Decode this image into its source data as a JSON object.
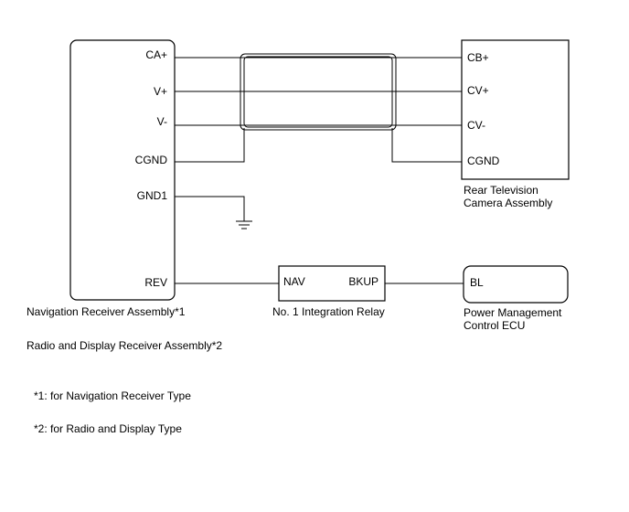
{
  "nav_receiver": {
    "pins": {
      "ca_plus": "CA+",
      "v_plus": "V+",
      "v_minus": "V-",
      "cgnd": "CGND",
      "gnd1": "GND1",
      "rev": "REV"
    },
    "label_line1": "Navigation Receiver Assembly*1",
    "label_line2": "Radio and Display Receiver Assembly*2"
  },
  "camera": {
    "pins": {
      "cb_plus": "CB+",
      "cv_plus": "CV+",
      "cv_minus": "CV-",
      "cgnd": "CGND"
    },
    "label_line1": "Rear Television",
    "label_line2": "Camera Assembly"
  },
  "relay": {
    "pins": {
      "nav": "NAV",
      "bkup": "BKUP"
    },
    "label": "No. 1 Integration Relay"
  },
  "power_ecu": {
    "pins": {
      "bl": "BL"
    },
    "label_line1": "Power Management",
    "label_line2": "Control ECU"
  },
  "notes": {
    "note1": "*1: for Navigation Receiver Type",
    "note2": "*2: for Radio and Display Type"
  }
}
